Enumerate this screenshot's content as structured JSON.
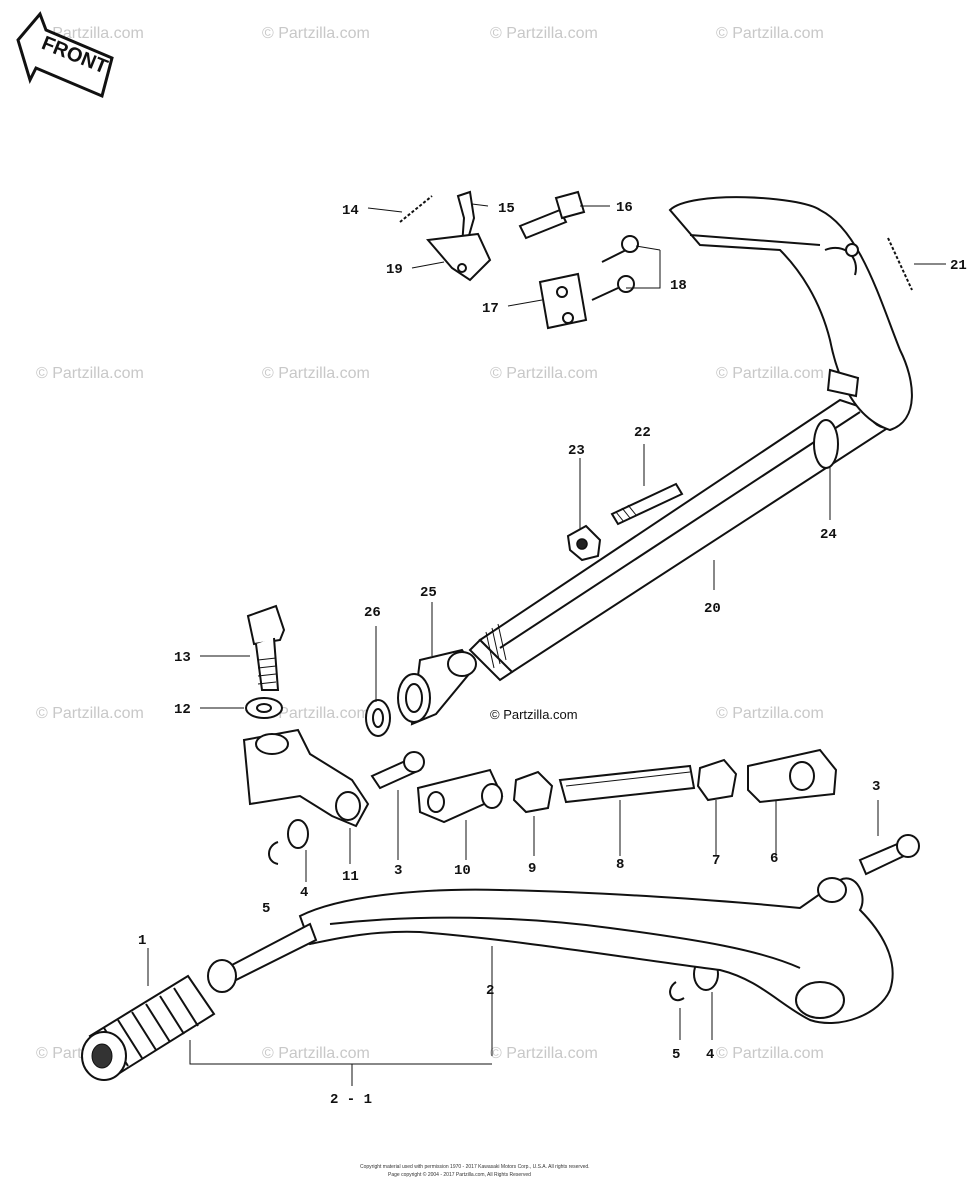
{
  "front_arrow": {
    "label": "FRONT"
  },
  "watermark": "© Partzilla.com",
  "copyright": "© Partzilla.com",
  "fine_print": [
    "Copyright material used with permission 1970 - 2017 Kawasaki Motors Corp., U.S.A. All rights reserved.",
    "Page copyright © 2004 - 2017 Partzilla.com, All Rights Reserved"
  ],
  "callouts": {
    "c1": "1",
    "c2": "2",
    "c2_1": "2 - 1",
    "c3a": "3",
    "c3b": "3",
    "c4a": "4",
    "c4b": "4",
    "c5a": "5",
    "c5b": "5",
    "c6": "6",
    "c7": "7",
    "c8": "8",
    "c9": "9",
    "c10": "10",
    "c11": "11",
    "c12": "12",
    "c13": "13",
    "c14": "14",
    "c15": "15",
    "c16": "16",
    "c17": "17",
    "c18": "18",
    "c19": "19",
    "c20": "20",
    "c21": "21",
    "c22": "22",
    "c23": "23",
    "c24": "24",
    "c25": "25",
    "c26": "26"
  }
}
